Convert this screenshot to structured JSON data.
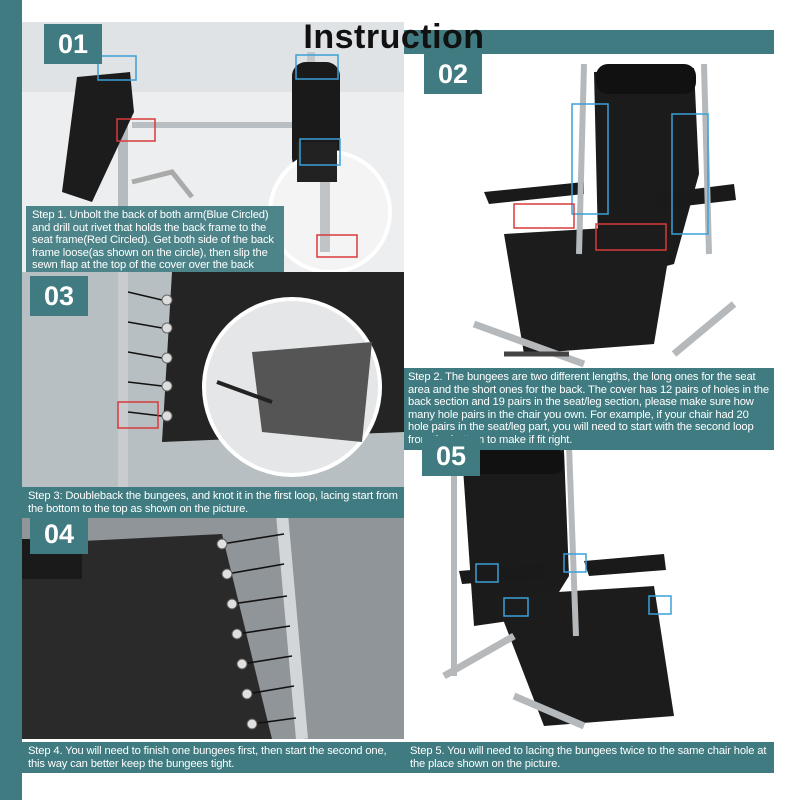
{
  "title": "Instruction",
  "colors": {
    "accent": "#3f7b80",
    "highlight_blue": "#3aa0d8",
    "highlight_red": "#d83a3a"
  },
  "steps": [
    {
      "number": "01",
      "text": "Step 1. Unbolt the back of both arm(Blue Circled) and drill out rivet that holds the back frame to the seat frame(Red Circled). Get both side of the back frame loose(as shown on the circle), then slip the sewn flap at the top of the cover over the back frame."
    },
    {
      "number": "02",
      "text": "Step 2. The bungees are two different lengths, the long ones for the seat area and the short ones for the back. The cover has 12 pairs of holes in the back section and 19 pairs in the seat/leg section, please make sure how many hole pairs in the chair you own. For example, if your chair had 20 hole pairs in the seat/leg part, you will need to start with the second loop from the bottom to make if fit right."
    },
    {
      "number": "03",
      "text": "Step 3: Doubleback the bungees, and knot it in the first loop, lacing start from the bottom to the top as shown on the picture."
    },
    {
      "number": "04",
      "text": "Step 4. You will need to finish one bungees first, then start the second one, this way can better keep the bungees tight."
    },
    {
      "number": "05",
      "text": "Step 5. You will need to lacing the bungees twice to the same chair hole at the place shown on the picture."
    }
  ]
}
